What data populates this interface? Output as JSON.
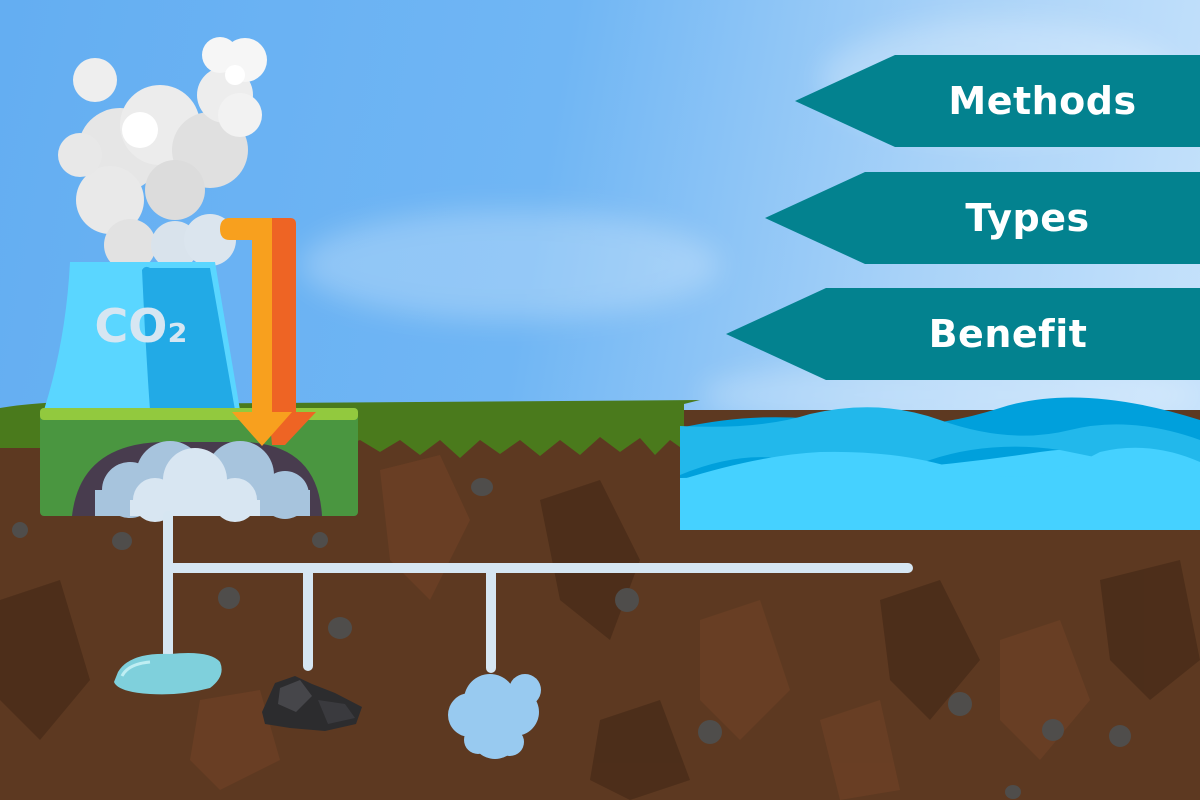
{
  "diagram": {
    "subject": "Carbon capture and storage",
    "chimney_label": "CO₂",
    "nav_tabs": [
      {
        "label": "Methods"
      },
      {
        "label": "Types"
      },
      {
        "label": "Benefit"
      }
    ],
    "colors": {
      "tab_bg": "#03828f",
      "tab_text": "#ffffff",
      "sky": "#6cb2f3",
      "soil": "#5d3921",
      "grass": "#4a7a1c",
      "water": "#45d1ff",
      "pipe": "#d6e6f2",
      "arrow_front": "#f8a01e",
      "arrow_side": "#ee6424"
    },
    "storage_sites": [
      {
        "name": "water-reservoir"
      },
      {
        "name": "coal-seam"
      },
      {
        "name": "gas-pocket"
      }
    ]
  }
}
